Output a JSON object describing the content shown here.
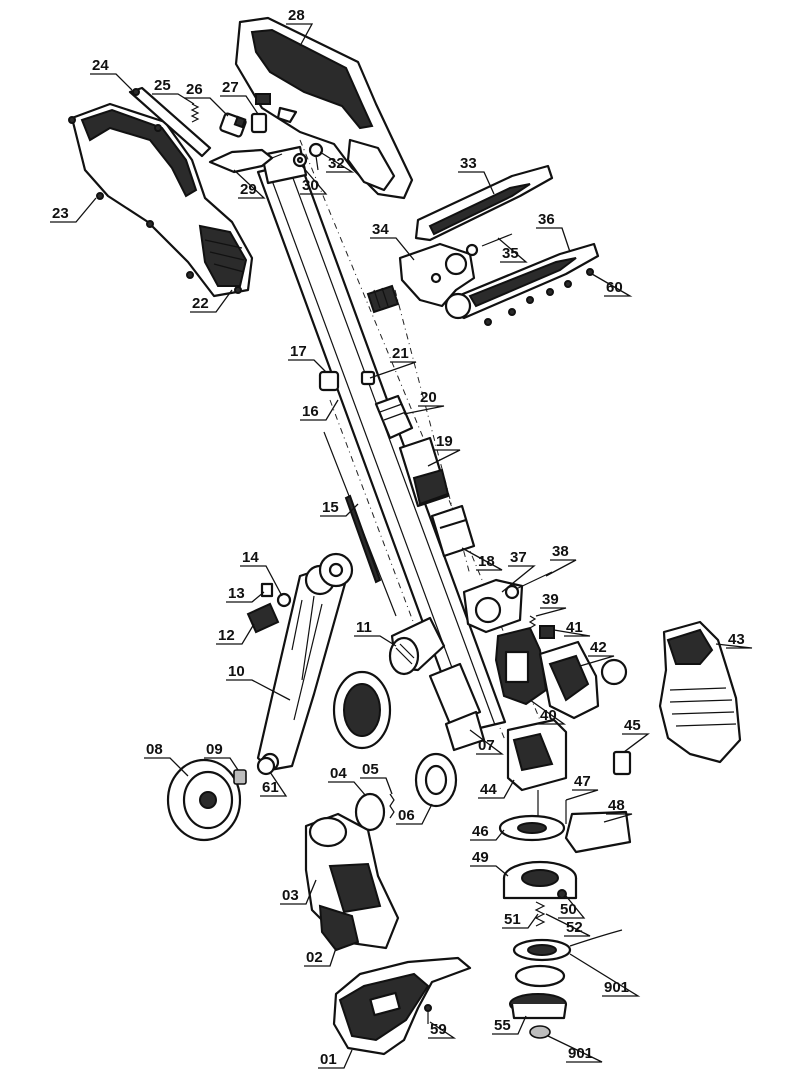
{
  "diagram": {
    "labels": {
      "p01": "01",
      "p02": "02",
      "p03": "03",
      "p04": "04",
      "p05": "05",
      "p06": "06",
      "p07": "07",
      "p08": "08",
      "p09": "09",
      "p10": "10",
      "p11": "11",
      "p12": "12",
      "p13": "13",
      "p14": "14",
      "p15": "15",
      "p16": "16",
      "p17": "17",
      "p18": "18",
      "p19": "19",
      "p20": "20",
      "p21": "21",
      "p22": "22",
      "p23": "23",
      "p24": "24",
      "p25": "25",
      "p26": "26",
      "p27": "27",
      "p28": "28",
      "p29": "29",
      "p30": "30",
      "p32": "32",
      "p33": "33",
      "p34": "34",
      "p35": "35",
      "p36": "36",
      "p37": "37",
      "p38": "38",
      "p39": "39",
      "p40": "40",
      "p41": "41",
      "p42": "42",
      "p43": "43",
      "p44": "44",
      "p45": "45",
      "p46": "46",
      "p47": "47",
      "p48": "48",
      "p49": "49",
      "p50": "50",
      "p51": "51",
      "p52": "52",
      "p55": "55",
      "p59": "59",
      "p60": "60",
      "p61": "61",
      "p901a": "901",
      "p901b": "901"
    }
  }
}
